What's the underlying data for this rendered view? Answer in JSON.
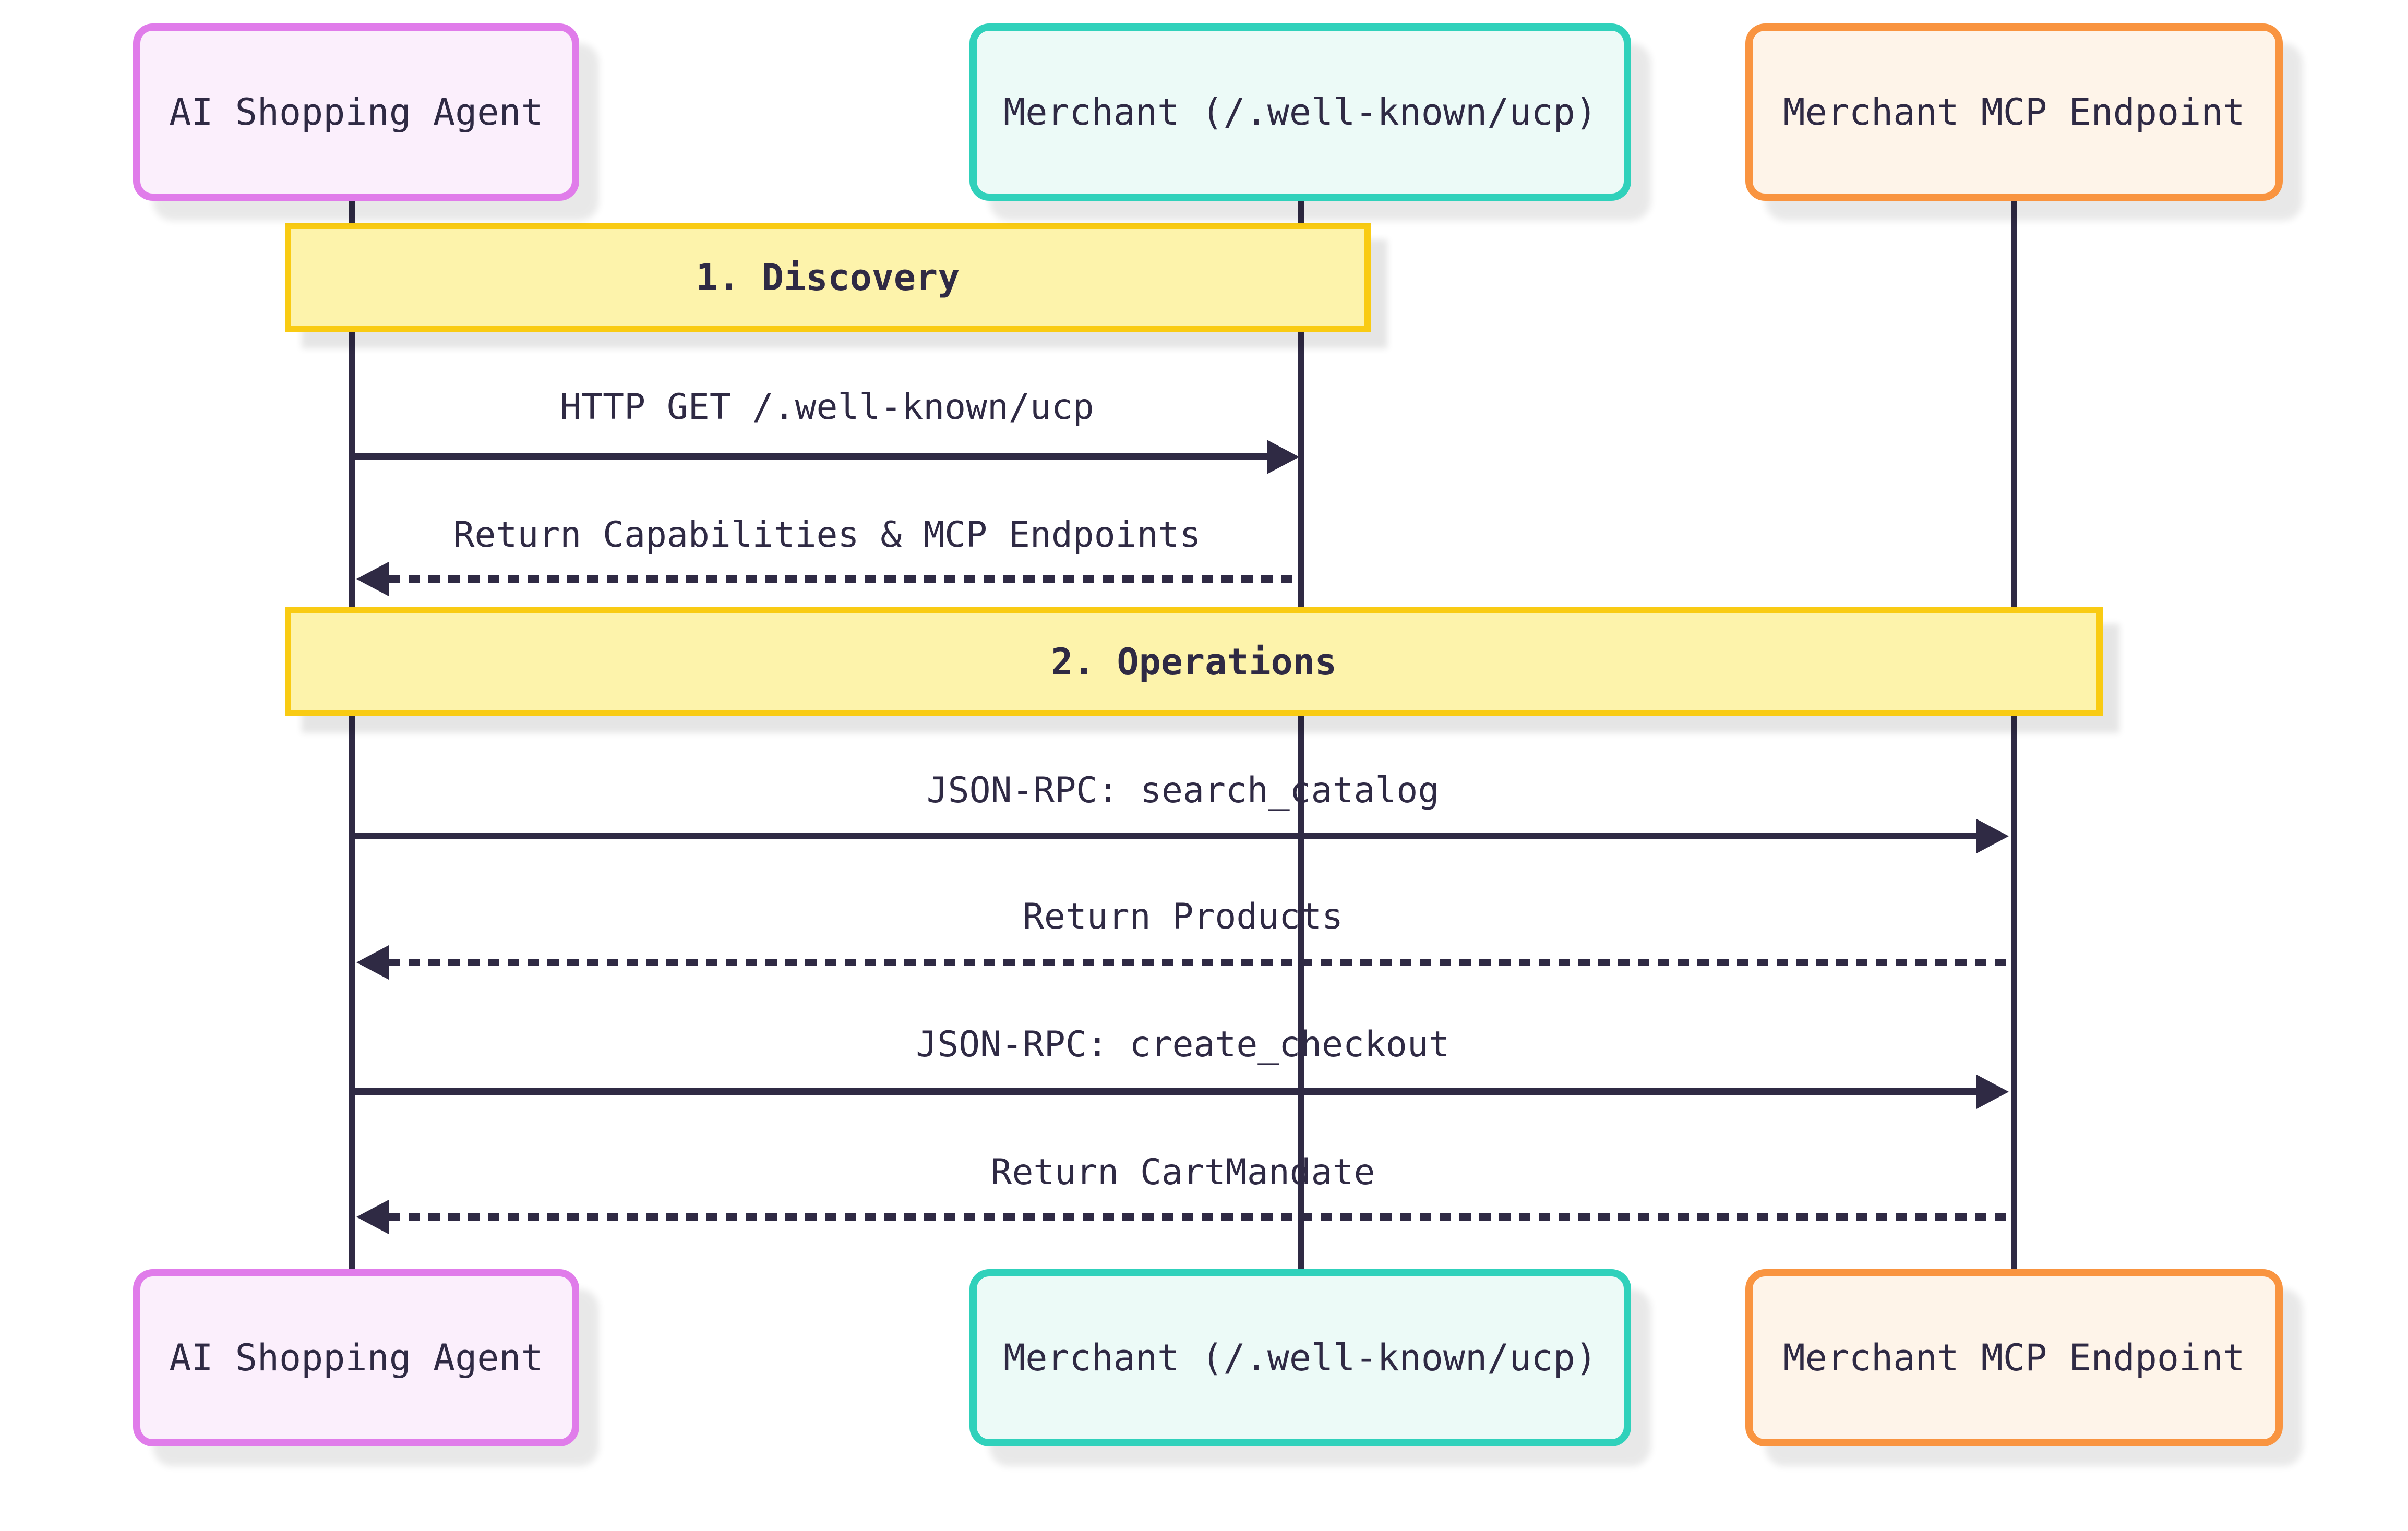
{
  "diagram": {
    "type": "sequence",
    "actors": [
      {
        "id": "agent",
        "label": "AI Shopping Agent",
        "border_color": "#e07cea",
        "fill_color": "#fbeffc"
      },
      {
        "id": "merchant",
        "label": "Merchant (/.well-known/ucp)",
        "border_color": "#30d1bb",
        "fill_color": "#ecfaf7"
      },
      {
        "id": "mcp",
        "label": "Merchant MCP Endpoint",
        "border_color": "#f99440",
        "fill_color": "#fef4e9"
      }
    ],
    "sections": [
      {
        "label": "1. Discovery"
      },
      {
        "label": "2. Operations"
      }
    ],
    "messages": [
      {
        "label": "HTTP GET /.well-known/ucp",
        "from": "agent",
        "to": "merchant",
        "style": "solid"
      },
      {
        "label": "Return Capabilities & MCP Endpoints",
        "from": "merchant",
        "to": "agent",
        "style": "dotted"
      },
      {
        "label": "JSON-RPC: search_catalog",
        "from": "agent",
        "to": "mcp",
        "style": "solid"
      },
      {
        "label": "Return Products",
        "from": "mcp",
        "to": "agent",
        "style": "dotted"
      },
      {
        "label": "JSON-RPC: create_checkout",
        "from": "agent",
        "to": "mcp",
        "style": "solid"
      },
      {
        "label": "Return CartMandate",
        "from": "mcp",
        "to": "agent",
        "style": "dotted"
      }
    ],
    "colors": {
      "background": "#ffffff",
      "line": "#2f2a44",
      "text": "#2f2a44",
      "section_fill": "#fdf3ab",
      "section_border": "#f9cb13"
    }
  }
}
